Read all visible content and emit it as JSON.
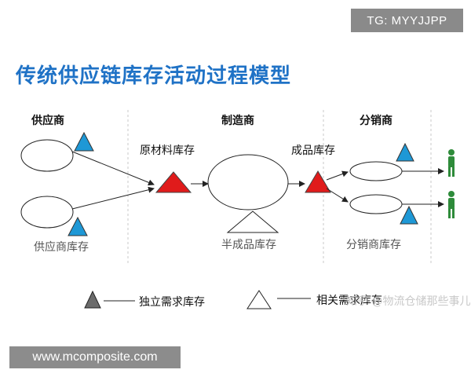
{
  "tg_badge": "TG: MYYJJPP",
  "title": "传统供应链库存活动过程模型",
  "sections": {
    "supplier": "供应商",
    "manufacturer": "制造商",
    "distributor": "分销商"
  },
  "labels": {
    "raw_material": "原材料库存",
    "finished_goods": "成品库存",
    "supplier_inventory": "供应商库存",
    "semi_finished": "半成品库存",
    "distributor_inventory": "分销商库存"
  },
  "legend": {
    "independent": "独立需求库存",
    "dependent": "相关需求库存"
  },
  "watermark": "知乎 @物流仓储那些事儿",
  "site_badge": "www.mcomposite.com",
  "colors": {
    "title": "#1f72c6",
    "blue_triangle": "#1e98d6",
    "red_triangle": "#e01b1b",
    "legend_dark_triangle": "#6b6b6b",
    "customer": "#2e8b3a",
    "divider": "#c8c8c8"
  },
  "icons": {
    "customer": "person-icon",
    "inventory": "triangle-icon"
  }
}
